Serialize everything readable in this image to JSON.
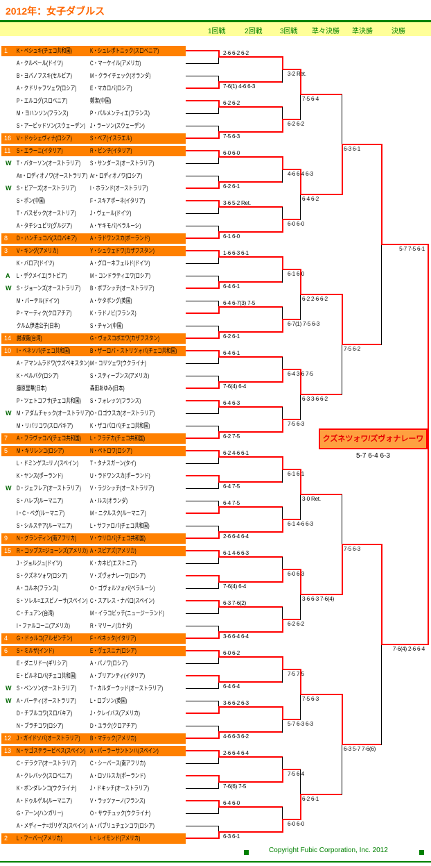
{
  "title": "2012年：女子ダブルス",
  "rounds": [
    "1回戦",
    "2回戦",
    "3回戦",
    "準々決勝",
    "準決勝",
    "決勝"
  ],
  "teams": [
    {
      "seed": "1",
      "mark": "",
      "p1": "K・ペシュキ(チェコ共和国)",
      "p2": "K・シュレボトニック(スロベニア)"
    },
    {
      "seed": "",
      "mark": "",
      "p1": "A・クルベール(ドイツ)",
      "p2": "C・マーケイル(アメリカ)"
    },
    {
      "seed": "",
      "mark": "",
      "p1": "B・ヨバノフスキ(セルビア)",
      "p2": "M・クライチェック(オランダ)"
    },
    {
      "seed": "",
      "mark": "",
      "p1": "A・クドリャフツェワ(ロシア)",
      "p2": "E・マカロバ(ロシア)"
    },
    {
      "seed": "",
      "mark": "",
      "p1": "P・エルコグ(スロベニア)",
      "p2": "鄭潔(中国)"
    },
    {
      "seed": "",
      "mark": "",
      "p1": "M・ヨハンソン(フランス)",
      "p2": "P・パルメンティエ(フランス)"
    },
    {
      "seed": "",
      "mark": "",
      "p1": "S・アービッドソン(スウェーデン)",
      "p2": "J・ラーソン(スウェーデン)"
    },
    {
      "seed": "16",
      "mark": "",
      "p1": "V・ドゥシェヴィナ(ロシア)",
      "p2": "S・ベア(イスラエル)"
    },
    {
      "seed": "11",
      "mark": "",
      "p1": "S・エラーニ(イタリア)",
      "p2": "R・ビンチ(イタリア)"
    },
    {
      "seed": "",
      "mark": "W",
      "p1": "T・バターソン(オーストラリア)",
      "p2": "S・サンダース(オーストラリア)"
    },
    {
      "seed": "",
      "mark": "",
      "p1": "An・ロディオノワ(オーストラリア)",
      "p2": "Ar・ロディオノワ(ロシア)"
    },
    {
      "seed": "",
      "mark": "W",
      "p1": "S・ビアーズ(オーストラリア)",
      "p2": "I・ホランド(オーストラリア)"
    },
    {
      "seed": "",
      "mark": "",
      "p1": "S・ポン(中国)",
      "p2": "F・スキアボーネ(イタリア)"
    },
    {
      "seed": "",
      "mark": "",
      "p1": "T・バスゼック(オーストリア)",
      "p2": "J・ヴェール(ドイツ)"
    },
    {
      "seed": "",
      "mark": "",
      "p1": "A・タチシュビリ(グルジア)",
      "p2": "A・ヤキモバ(ベラルーシ)"
    },
    {
      "seed": "8",
      "mark": "",
      "p1": "D・ハンチュコバ(スロバキア)",
      "p2": "A・ラドワンスカ(ポーランド)"
    },
    {
      "seed": "3",
      "mark": "",
      "p1": "V・キング(アメリカ)",
      "p2": "Y・シュウェドワ(カザフスタン)"
    },
    {
      "seed": "",
      "mark": "",
      "p1": "K・バロア(ドイツ)",
      "p2": "A・グローネフェルド(ドイツ)"
    },
    {
      "seed": "",
      "mark": "A",
      "p1": "L・デクメイエ(ラトビア)",
      "p2": "M・コンドラティエワ(ロシア)"
    },
    {
      "seed": "",
      "mark": "W",
      "p1": "S・ジョーンズ(オーストラリア)",
      "p2": "B・ボブシッチ(オーストラリア)"
    },
    {
      "seed": "",
      "mark": "",
      "p1": "M・バーテル(ドイツ)",
      "p2": "A・ケタボング(英国)"
    },
    {
      "seed": "",
      "mark": "",
      "p1": "P・マーティク(クロアチア)",
      "p2": "K・ラドノビ(フランス)"
    },
    {
      "seed": "",
      "mark": "",
      "p1": "クルム伊達公子(日本)",
      "p2": "S・チャン(中国)"
    },
    {
      "seed": "14",
      "mark": "",
      "p1": "謝淑薇(台湾)",
      "p2": "G・ヴォスコボエワ(カザフスタン)"
    },
    {
      "seed": "10",
      "mark": "",
      "p1": "I・ベネソバ(チェコ共和国)",
      "p2": "B・ザーロバ・ストリツォバ(チェコ共和国)"
    },
    {
      "seed": "",
      "mark": "",
      "p1": "A・アマンムラドワ(ウズベキスタン)",
      "p2": "M・コリツェワ(ウクライナ)"
    },
    {
      "seed": "",
      "mark": "",
      "p1": "K・ペルバク(ロシア)",
      "p2": "S・スティーブンス(アメリカ)"
    },
    {
      "seed": "",
      "mark": "",
      "p1": "藤原里華(日本)",
      "p2": "森田あゆみ(日本)"
    },
    {
      "seed": "",
      "mark": "",
      "p1": "P・ツェトコフサ(チェコ共和国)",
      "p2": "S・フォレッツ(フランス)"
    },
    {
      "seed": "",
      "mark": "W",
      "p1": "M・アダムチャック(オーストラリア)",
      "p2": "O・ロゴウスカ(オーストラリア)"
    },
    {
      "seed": "",
      "mark": "",
      "p1": "M・リバリコワ(スロバキア)",
      "p2": "K・ザコパロバ(チェコ共和国)"
    },
    {
      "seed": "7",
      "mark": "",
      "p1": "A・フラヴァコバ(チェコ共和国)",
      "p2": "L・フラデカ(チェコ共和国)"
    },
    {
      "seed": "5",
      "mark": "",
      "p1": "M・キリレンコ(ロシア)",
      "p2": "N・ペトロワ(ロシア)"
    },
    {
      "seed": "",
      "mark": "",
      "p1": "L・ドミンゲス=リノ(スペイン)",
      "p2": "T・タナスガーン(タイ)"
    },
    {
      "seed": "",
      "mark": "",
      "p1": "K・ヤンス(ポーランド)",
      "p2": "U・ラドワンスカ(ポーランド)"
    },
    {
      "seed": "",
      "mark": "W",
      "p1": "D・ジェフレア(オーストラリア)",
      "p2": "V・ラジシッチ(オーストラリア)"
    },
    {
      "seed": "",
      "mark": "",
      "p1": "S・ハレプ(ルーマニア)",
      "p2": "A・ルス(オランダ)"
    },
    {
      "seed": "",
      "mark": "",
      "p1": "I・C・ベグ(ルーマニア)",
      "p2": "M・ニクルスク(ルーマニア)"
    },
    {
      "seed": "",
      "mark": "",
      "p1": "S・シルステア(ルーマニア)",
      "p2": "L・サファロバ(チェコ共和国)"
    },
    {
      "seed": "9",
      "mark": "",
      "p1": "N・グランディン(南アフリカ)",
      "p2": "V・ウリロバ(チェコ共和国)"
    },
    {
      "seed": "15",
      "mark": "",
      "p1": "R・コップス=ジョーンズ(アメリカ)",
      "p2": "A・スピアズ(アメリカ)"
    },
    {
      "seed": "",
      "mark": "",
      "p1": "J・ジョルジュ(ドイツ)",
      "p2": "K・カネピ(エストニア)"
    },
    {
      "seed": "",
      "mark": "",
      "p1": "S・クズネツォワ(ロシア)",
      "p2": "V・ズヴォナレーワ(ロシア)"
    },
    {
      "seed": "",
      "mark": "",
      "p1": "A・コルネ(フランス)",
      "p2": "O・ゴヴォルツォバ(ベラルーシ)"
    },
    {
      "seed": "",
      "mark": "",
      "p1": "S・ソレル=エスピノーサ(スペイン)",
      "p2": "C・スアレス・ナバロ(スペイン)"
    },
    {
      "seed": "",
      "mark": "",
      "p1": "C・チュアン(台湾)",
      "p2": "M・イラコビッチ(ニュージーランド)"
    },
    {
      "seed": "",
      "mark": "",
      "p1": "I・ファルコーニ(アメリカ)",
      "p2": "R・マリーノ(カナダ)"
    },
    {
      "seed": "4",
      "mark": "",
      "p1": "G・ドゥルコ(アルゼンチン)",
      "p2": "F・ペネッタ(イタリア)"
    },
    {
      "seed": "6",
      "mark": "",
      "p1": "S・ミルザ(インド)",
      "p2": "E・ヴェスニナ(ロシア)"
    },
    {
      "seed": "",
      "mark": "",
      "p1": "E・ダニリドー(ギリシア)",
      "p2": "A・パノワ(ロシア)"
    },
    {
      "seed": "",
      "mark": "",
      "p1": "E・ビルネロバ(チェコ共和国)",
      "p2": "A・ブリアンティ(イタリア)"
    },
    {
      "seed": "",
      "mark": "W",
      "p1": "S・ベンソン(オーストラリア)",
      "p2": "T・カルダーウッド(オーストラリア)"
    },
    {
      "seed": "",
      "mark": "W",
      "p1": "A・バーティ(オーストラリア)",
      "p2": "L・ロブソン(英国)"
    },
    {
      "seed": "",
      "mark": "",
      "p1": "D・チブルコワ(スロバキア)",
      "p2": "J・クレイバス(アメリカ)"
    },
    {
      "seed": "",
      "mark": "",
      "p1": "N・ブラチコワ(ロシア)",
      "p2": "D・ユラク(クロアチア)"
    },
    {
      "seed": "12",
      "mark": "",
      "p1": "J・ガイドソバ(オーストラリア)",
      "p2": "B・マテック(アメリカ)"
    },
    {
      "seed": "13",
      "mark": "",
      "p1": "N・ヤゴステラービベス(スペイン)",
      "p2": "A・パーラーサントンハ(スペイン)"
    },
    {
      "seed": "",
      "mark": "",
      "p1": "C・デラクア(オーストラリア)",
      "p2": "C・シーパース(南アフリカ)"
    },
    {
      "seed": "",
      "mark": "",
      "p1": "A・クレバック(スロベニア)",
      "p2": "A・ロソルスカ(ポーランド)"
    },
    {
      "seed": "",
      "mark": "",
      "p1": "K・ボンダレンコ(ウクライナ)",
      "p2": "J・ドキッチ(オーストラリア)"
    },
    {
      "seed": "",
      "mark": "",
      "p1": "A・ドゥルゲル(ルーマニア)",
      "p2": "V・ラッツァーノ(フランス)"
    },
    {
      "seed": "",
      "mark": "",
      "p1": "G・アーン(ハンガリー)",
      "p2": "O・サウチュック(ウクライナ)"
    },
    {
      "seed": "",
      "mark": "",
      "p1": "A・メディーナ=ガリゲス(スペイン)",
      "p2": "A・パブリュチェンコワ(ロシア)"
    },
    {
      "seed": "2",
      "mark": "",
      "p1": "L・フーバー(アメリカ)",
      "p2": "L・レイモンド(アメリカ)"
    }
  ],
  "matches": {
    "r1": [
      {
        "score": "2-6 6-2 6-2",
        "winner": "top"
      },
      {
        "score": "7-6(1) 4-6 6-3",
        "winner": "bottom"
      },
      {
        "score": "6-2 6-2",
        "winner": "top"
      },
      {
        "score": "7-5 6-3",
        "winner": "bottom"
      },
      {
        "score": "6-0 6-0",
        "winner": "top"
      },
      {
        "score": "6-2 6-1",
        "winner": "bottom"
      },
      {
        "score": "3-6 5-2 Ret.",
        "winner": "top"
      },
      {
        "score": "6-1 6-0",
        "winner": "bottom"
      },
      {
        "score": "1-6 6-3 6-1",
        "winner": "top"
      },
      {
        "score": "6-4 6-1",
        "winner": "bottom"
      },
      {
        "score": "6-4 6-7(3) 7-5",
        "winner": "bottom"
      },
      {
        "score": "6-2 6-1",
        "winner": "bottom"
      },
      {
        "score": "6-4 6-1",
        "winner": "top"
      },
      {
        "score": "7-6(4) 6-4",
        "winner": "bottom"
      },
      {
        "score": "6-4 6-3",
        "winner": "top"
      },
      {
        "score": "6-2 7-5",
        "winner": "bottom"
      },
      {
        "score": "6-2 4-6 6-1",
        "winner": "top"
      },
      {
        "score": "6-4 7-5",
        "winner": "top"
      },
      {
        "score": "6-4 7-5",
        "winner": "bottom"
      },
      {
        "score": "2-6 6-4 6-4",
        "winner": "bottom"
      },
      {
        "score": "6-1 4-6 6-3",
        "winner": "top"
      },
      {
        "score": "7-6(4) 6-4",
        "winner": "top"
      },
      {
        "score": "6-3 7-6(2)",
        "winner": "top"
      },
      {
        "score": "3-6 6-4 6-4",
        "winner": "bottom"
      },
      {
        "score": "6-0 6-2",
        "winner": "top"
      },
      {
        "score": "6-4 6-4",
        "winner": "top"
      },
      {
        "score": "3-6 6-2 6-3",
        "winner": "bottom"
      },
      {
        "score": "4-6 6-3 6-2",
        "winner": "bottom"
      },
      {
        "score": "2-6 6-4 6-4",
        "winner": "top"
      },
      {
        "score": "7-6(6) 7-5",
        "winner": "top"
      },
      {
        "score": "6-4 6-0",
        "winner": "top"
      },
      {
        "score": "6-3 6-1",
        "winner": "bottom"
      }
    ],
    "r2": [
      {
        "score": "3-2 Ret.",
        "winner": "top"
      },
      {
        "score": "6-2 6-2",
        "winner": "bottom"
      },
      {
        "score": "4-6 6-4 6-3",
        "winner": "top"
      },
      {
        "score": "6-0 6-0",
        "winner": "bottom"
      },
      {
        "score": "6-1 6-0",
        "winner": "top"
      },
      {
        "score": "6-7(1) 7-5 6-3",
        "winner": "bottom"
      },
      {
        "score": "6-4 3-6 7-5",
        "winner": "bottom"
      },
      {
        "score": "7-5 6-3",
        "winner": "bottom"
      },
      {
        "score": "6-1 6-1",
        "winner": "top"
      },
      {
        "score": "6-1 4-6 6-3",
        "winner": "bottom"
      },
      {
        "score": "6-0 6-3",
        "winner": "bottom"
      },
      {
        "score": "6-2 6-2",
        "winner": "bottom"
      },
      {
        "score": "7-5 7-5",
        "winner": "top"
      },
      {
        "score": "5-7 6-3 6-3",
        "winner": "top"
      },
      {
        "score": "7-5 6-4",
        "winner": "bottom"
      },
      {
        "score": "6-0 6-0",
        "winner": "bottom"
      }
    ],
    "r3": [
      {
        "score": "7-5 6-4",
        "winner": "top"
      },
      {
        "score": "6-4 6-2",
        "winner": "top"
      },
      {
        "score": "6-2 2-6 6-2",
        "winner": "top"
      },
      {
        "score": "6-3 3-6 6-2",
        "winner": "top"
      },
      {
        "score": "3-0 Ret.",
        "winner": "top"
      },
      {
        "score": "3-6 6-3 7-6(4)",
        "winner": "top"
      },
      {
        "score": "7-5 6-3",
        "winner": "top"
      },
      {
        "score": "6-2 6-1",
        "winner": "bottom"
      }
    ],
    "qf": [
      {
        "score": "6-3 6-1",
        "winner": "bottom"
      },
      {
        "score": "7-5 6-2",
        "winner": "top"
      },
      {
        "score": "7-5 6-3",
        "winner": "bottom"
      },
      {
        "score": "6-3 5-7 7-6(6)",
        "winner": "top"
      }
    ],
    "sf": [
      {
        "score": "5-7 7-5 6-1",
        "winner": "top"
      },
      {
        "score": "7-6(4) 2-6 6-4",
        "winner": "top"
      }
    ],
    "final": {
      "score": "5-7 6-4 6-3",
      "winner": "bottom",
      "champion": "クズネツォワ/ズヴォナレーワ"
    }
  },
  "footer": {
    "copyright": "Copyright Fubic Corporation, Inc. 2012"
  },
  "colors": {
    "title": "#FF6600",
    "seed_bg": "#FF8000",
    "seed_number": "#FFFFFF",
    "entry_marker": "#006600",
    "line": "#000000",
    "winner_line": "#FF0000",
    "round_bar_bg": "#FFFF99",
    "round_label": "#008000",
    "champion_bg": "#FFA040",
    "champion_border": "#FF0000",
    "champion_text": "#E60000",
    "footer_text": "#008000",
    "rule": "#008000"
  }
}
